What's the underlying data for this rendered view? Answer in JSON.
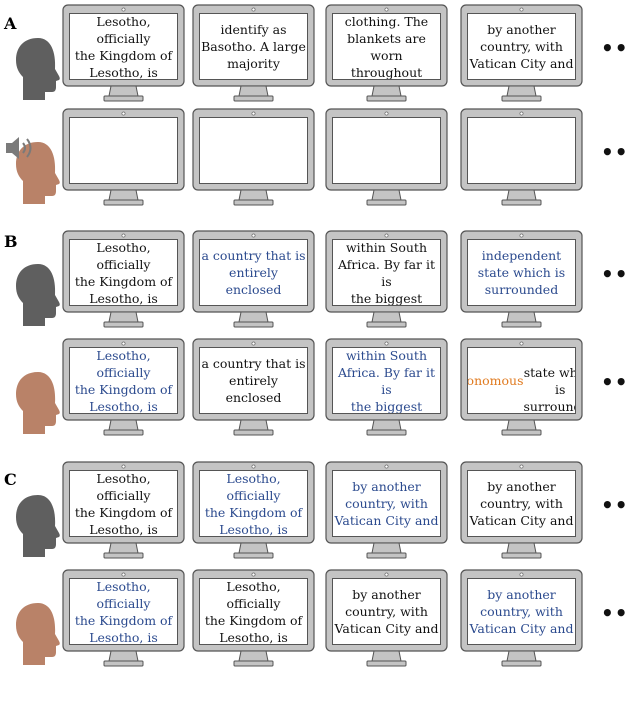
{
  "panels": [
    {
      "label": "A"
    },
    {
      "label": "B"
    },
    {
      "label": "C"
    }
  ],
  "ellipsis": "•••",
  "colors": {
    "text_default": "#111111",
    "text_blue": "#2b4a8e",
    "text_orange": "#e07a1f",
    "speaker_head": "#5f5f5f",
    "listener_head": "#b98268",
    "monitor": "#c4c4c4",
    "monitor_edge": "#555555"
  },
  "rows": [
    {
      "head": "speaker-head",
      "sound_icon": false,
      "screens": [
        {
          "text": "Lesotho, officially\nthe Kingdom of\nLesotho, is",
          "color": "default"
        },
        {
          "text": "identify as\nBasotho. A large\nmajority",
          "color": "default"
        },
        {
          "text": "clothing. The\nblankets are worn\nthroughout",
          "color": "default"
        },
        {
          "text": "by another\ncountry, with\nVatican City and",
          "color": "default"
        }
      ]
    },
    {
      "head": "listener-head",
      "sound_icon": true,
      "screens": [
        {
          "text": "",
          "color": "default"
        },
        {
          "text": "",
          "color": "default"
        },
        {
          "text": "",
          "color": "default"
        },
        {
          "text": "",
          "color": "default"
        }
      ]
    },
    {
      "head": "speaker-head",
      "sound_icon": false,
      "screens": [
        {
          "text": "Lesotho, officially\nthe Kingdom of\nLesotho, is",
          "color": "default"
        },
        {
          "text": "a country that is\nentirely enclosed",
          "color": "blue"
        },
        {
          "text": "within South\nAfrica. By far it is\nthe biggest",
          "color": "default"
        },
        {
          "text": "independent\nstate which is\nsurrounded",
          "color": "blue"
        }
      ]
    },
    {
      "head": "listener-head",
      "sound_icon": false,
      "screens": [
        {
          "text": "Lesotho, officially\nthe Kingdom of\nLesotho, is",
          "color": "blue"
        },
        {
          "text": "a country that is\nentirely enclosed",
          "color": "default"
        },
        {
          "text": "within South\nAfrica. By far it is\nthe biggest",
          "color": "blue"
        },
        {
          "highlight": "autonomous",
          "text": "state which is\nsurrounded",
          "color": "default"
        }
      ]
    },
    {
      "head": "speaker-head",
      "sound_icon": false,
      "screens": [
        {
          "text": "Lesotho, officially\nthe Kingdom of\nLesotho, is",
          "color": "default"
        },
        {
          "text": "Lesotho, officially\nthe Kingdom of\nLesotho, is",
          "color": "blue"
        },
        {
          "text": "by another\ncountry, with\nVatican City and",
          "color": "blue"
        },
        {
          "text": "by another\ncountry, with\nVatican City and",
          "color": "default"
        }
      ]
    },
    {
      "head": "listener-head",
      "sound_icon": false,
      "screens": [
        {
          "text": "Lesotho, officially\nthe Kingdom of\nLesotho, is",
          "color": "blue"
        },
        {
          "text": "Lesotho, officially\nthe Kingdom of\nLesotho, is",
          "color": "default"
        },
        {
          "text": "by another\ncountry, with\nVatican City and",
          "color": "default"
        },
        {
          "text": "by another\ncountry, with\nVatican City and",
          "color": "blue"
        }
      ]
    }
  ]
}
